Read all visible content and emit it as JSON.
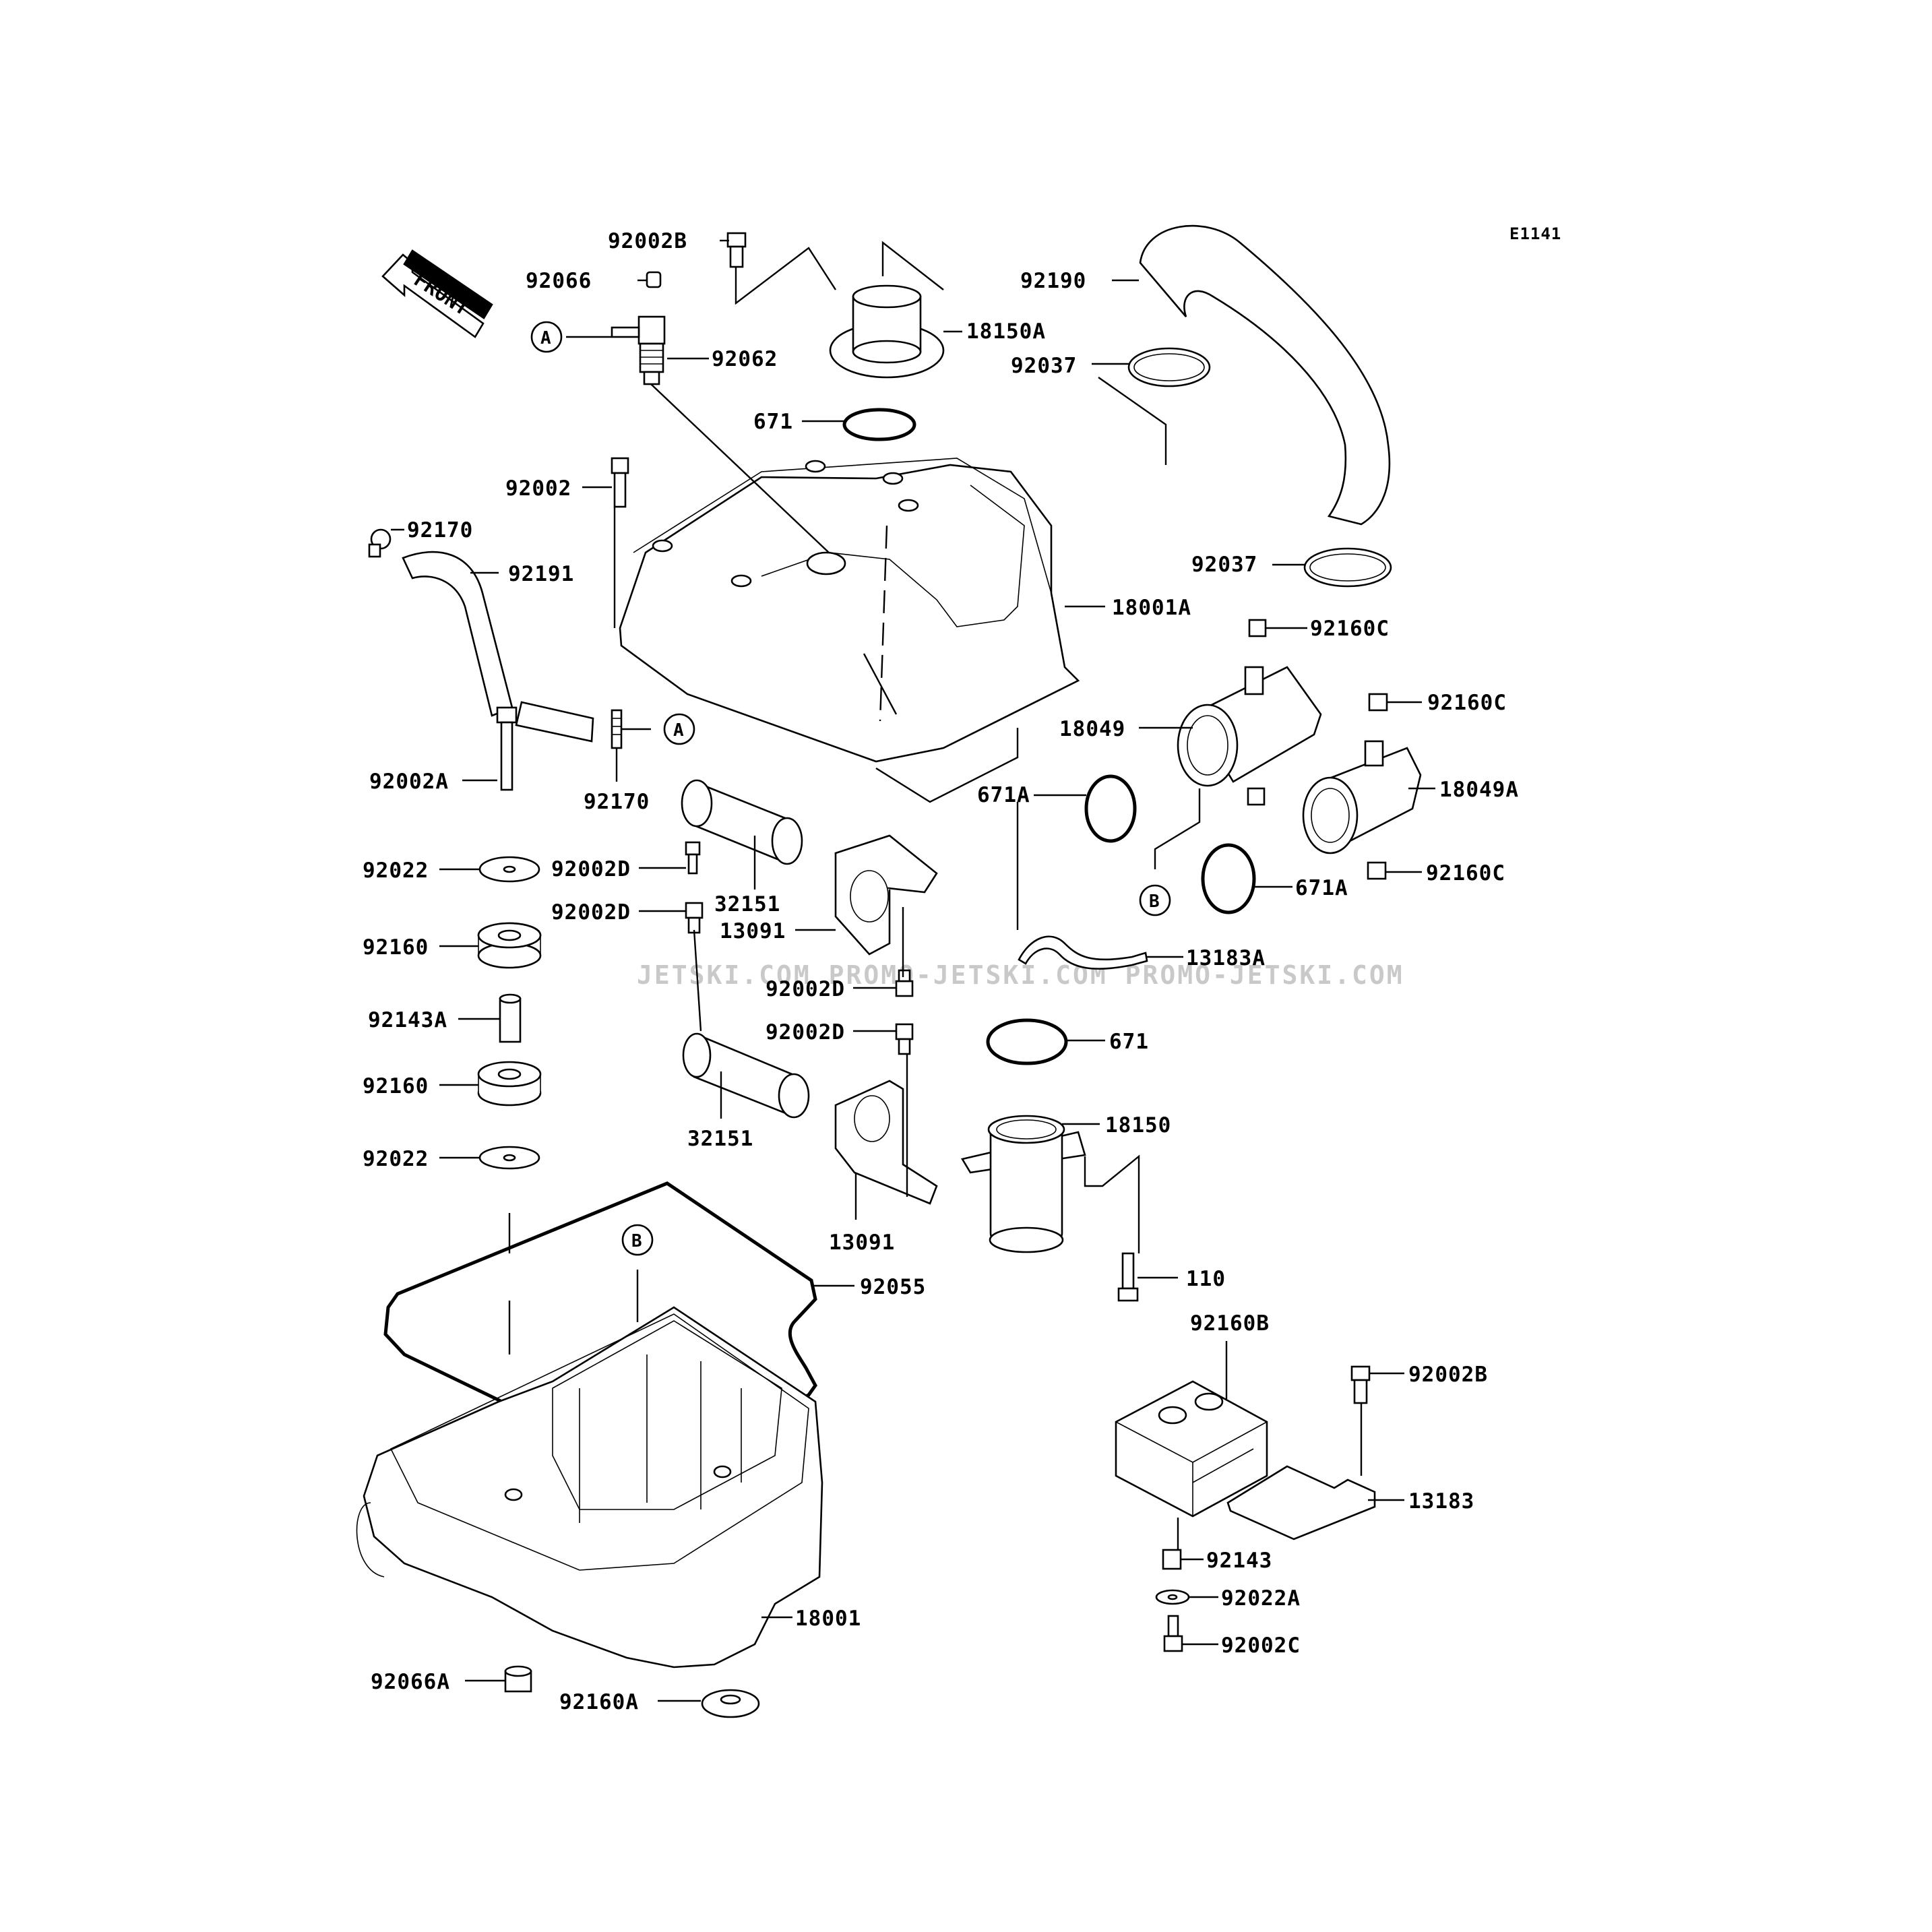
{
  "diagram_code": "E1141",
  "front_label": "FRONT",
  "watermark": "JETSKI.COM  PROMO-JETSKI.COM  PROMO-JETSKI.COM",
  "callouts": {
    "a": "A",
    "b": "B"
  },
  "labels": {
    "p92002B_top": "92002B",
    "p92066": "92066",
    "p92062": "92062",
    "p18150A": "18150A",
    "p92190": "92190",
    "p92037_top": "92037",
    "p671_top": "671",
    "p92002": "92002",
    "p92170_top": "92170",
    "p92191": "92191",
    "p18001A": "18001A",
    "p92037_right": "92037",
    "p92160C_1": "92160C",
    "p92160C_2": "92160C",
    "p18049": "18049",
    "p18049A": "18049A",
    "p92160C_3": "92160C",
    "p92170_mid": "92170",
    "p92002A": "92002A",
    "p671A_left": "671A",
    "p671A_right": "671A",
    "p92022_top": "92022",
    "p92002D_1": "92002D",
    "p32151_top": "32151",
    "p92002D_2": "92002D",
    "p13091_top": "13091",
    "p13183A": "13183A",
    "p92160_top": "92160",
    "p92002D_3": "92002D",
    "p92143A": "92143A",
    "p92002D_4": "92002D",
    "p671_mid": "671",
    "p92160_bottom": "92160",
    "p32151_bottom": "32151",
    "p18150": "18150",
    "p92022_bottom": "92022",
    "p13091_bottom": "13091",
    "p110": "110",
    "p92055": "92055",
    "p92160B": "92160B",
    "p92002B_right": "92002B",
    "p13183": "13183",
    "p92143": "92143",
    "p92022A": "92022A",
    "p92002C": "92002C",
    "p18001": "18001",
    "p92066A": "92066A",
    "p92160A": "92160A"
  }
}
